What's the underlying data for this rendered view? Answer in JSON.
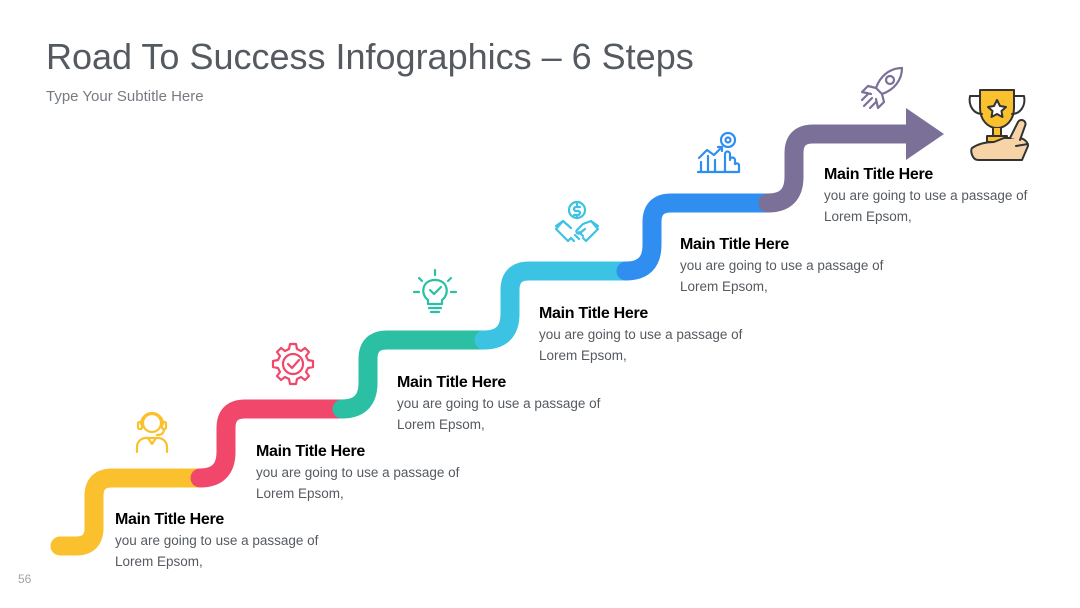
{
  "header": {
    "title": "Road To Success Infographics – 6 Steps",
    "subtitle": "Type Your Subtitle Here",
    "page_number": "56"
  },
  "steps": [
    {
      "title": "Main Title Here",
      "desc_line1": "you are going to use a passage of",
      "desc_line2": "Lorem Epsom,",
      "color": "#fbc02d",
      "icon": "support-agent-icon"
    },
    {
      "title": "Main Title Here",
      "desc_line1": "you are going to use a passage of",
      "desc_line2": "Lorem Epsom,",
      "color": "#f0476a",
      "icon": "gear-check-icon"
    },
    {
      "title": "Main Title Here",
      "desc_line1": "you are going to use a passage of",
      "desc_line2": "Lorem Epsom,",
      "color": "#2bbfa4",
      "icon": "lightbulb-check-icon"
    },
    {
      "title": "Main Title Here",
      "desc_line1": "you are going to use a passage of",
      "desc_line2": "Lorem Epsom,",
      "color": "#3cc3e3",
      "icon": "handshake-dollar-icon"
    },
    {
      "title": "Main Title Here",
      "desc_line1": "you are going to use a passage of",
      "desc_line2": "Lorem Epsom,",
      "color": "#2f8ef0",
      "icon": "growth-chart-hand-icon"
    },
    {
      "title": "Main Title Here",
      "desc_line1": "you are going to use a passage of",
      "desc_line2": "Lorem Epsom,",
      "color": "#7b7198",
      "icon": "rocket-icon"
    }
  ],
  "goal": {
    "icon": "trophy-icon",
    "cup_color": "#fbc02d",
    "hand_color": "#f7d3a8",
    "outline_color": "#333333"
  }
}
